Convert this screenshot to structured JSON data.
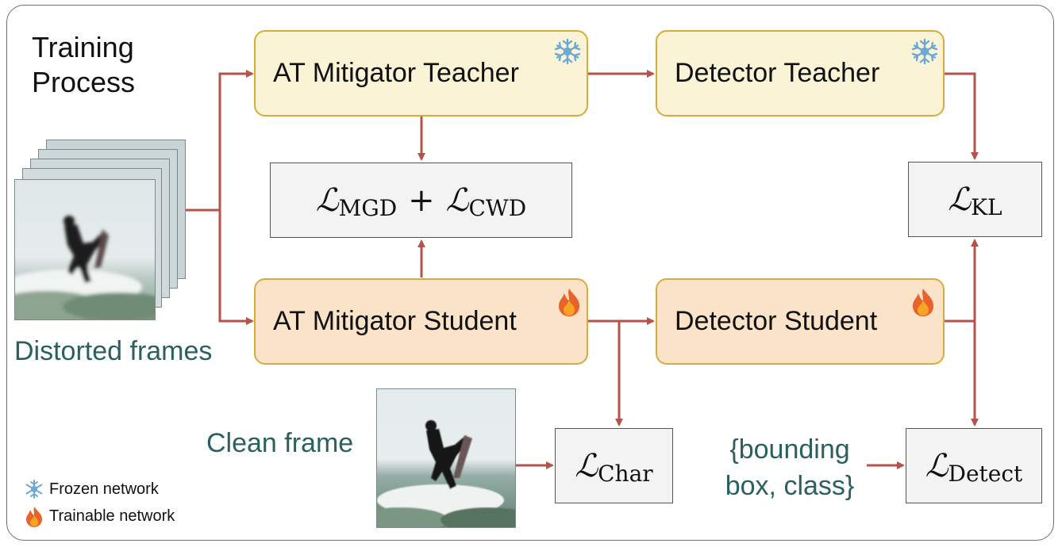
{
  "title": "Training\nProcess",
  "title_line1": "Training",
  "title_line2": "Process",
  "nodes": {
    "at_teacher": "AT Mitigator Teacher",
    "det_teacher": "Detector Teacher",
    "at_student": "AT Mitigator Student",
    "det_student": "Detector Student"
  },
  "losses": {
    "mgd_cwd": {
      "symbol": "ℒ",
      "sub1": "MGD",
      "plus": "+",
      "sub2": "CWD"
    },
    "kl": {
      "symbol": "ℒ",
      "sub": "KL"
    },
    "char": {
      "symbol": "ℒ",
      "sub": "Char"
    },
    "detect": {
      "symbol": "ℒ",
      "sub": "Detect"
    }
  },
  "labels": {
    "distorted": "Distorted frames",
    "clean": "Clean frame",
    "bbox_line1": "{bounding",
    "bbox_line2": "box, class}"
  },
  "legend": {
    "frozen": "Frozen network",
    "trainable": "Trainable network"
  },
  "icons": {
    "frozen": "snowflake-icon",
    "trainable": "flame-icon"
  },
  "colors": {
    "arrow": "#b5534b",
    "teacher_fill": "#fbf3d6",
    "student_fill": "#fae3c9",
    "box_border": "#d9ab3c",
    "teal_text": "#2b5f60",
    "snowflake": "#6aa9d6",
    "flame": "#e8622a"
  }
}
